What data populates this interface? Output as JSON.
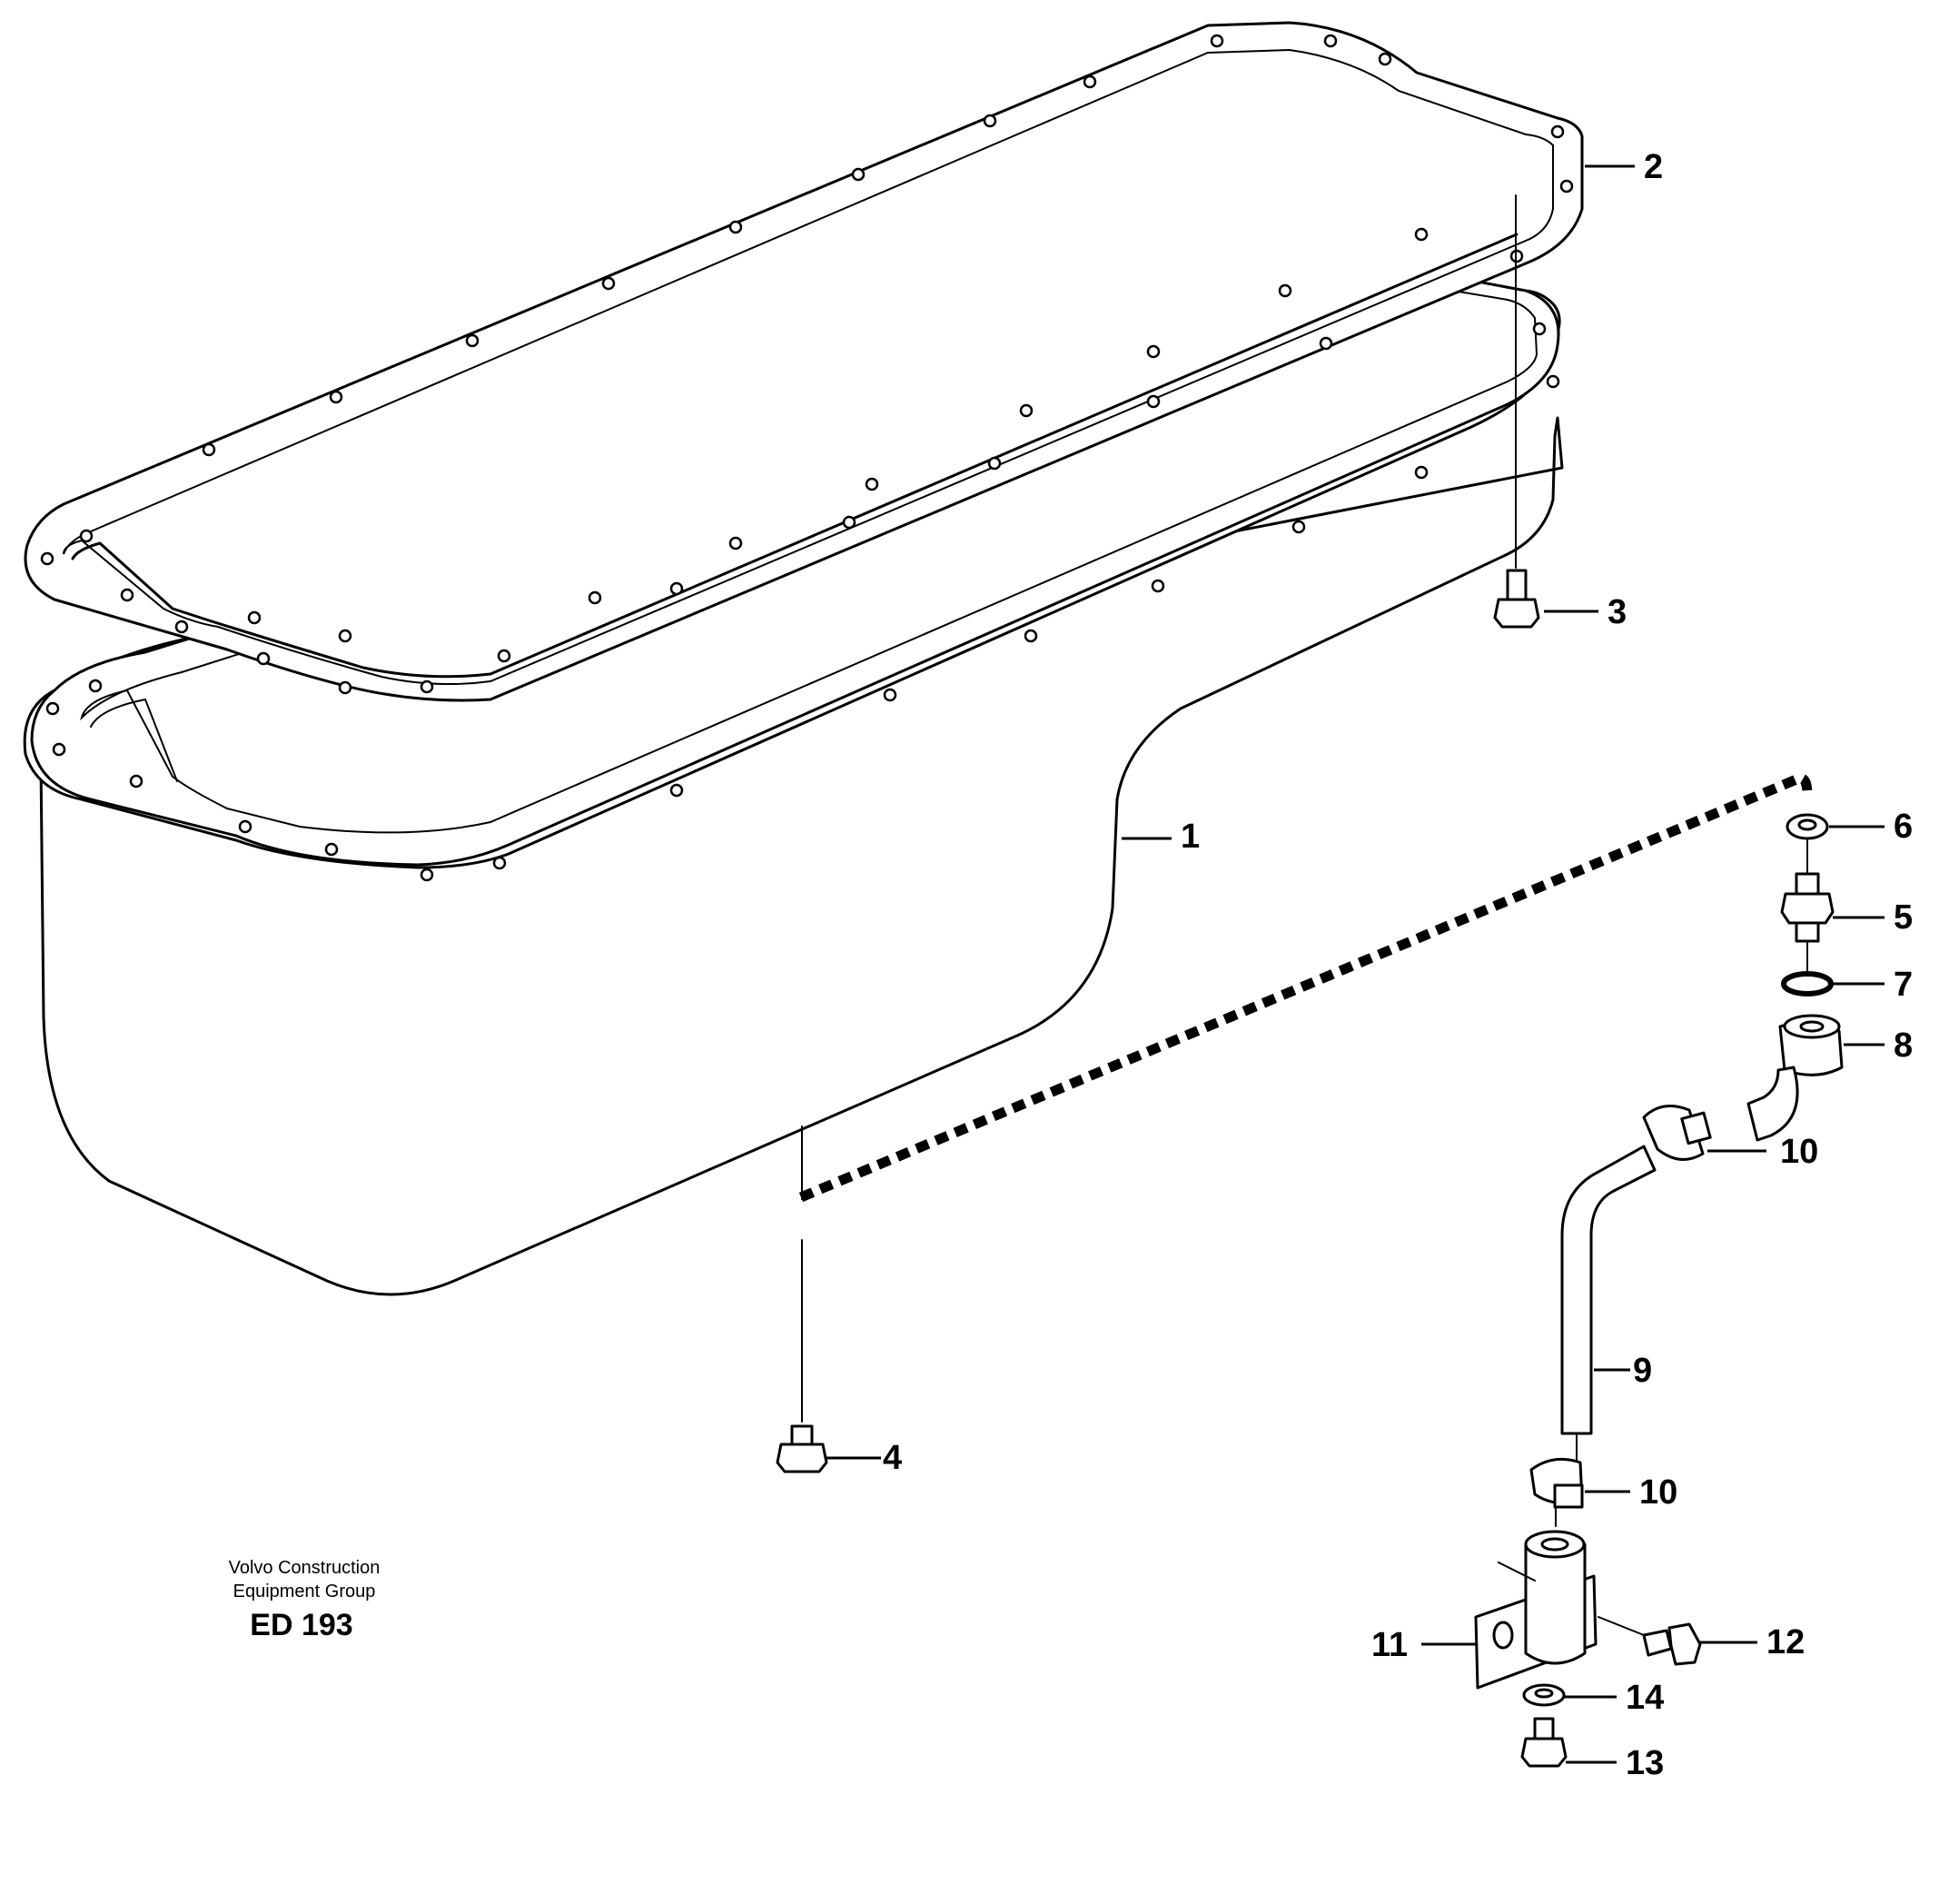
{
  "callouts": {
    "c1": "1",
    "c2": "2",
    "c3": "3",
    "c4": "4",
    "c5": "5",
    "c6": "6",
    "c7": "7",
    "c8": "8",
    "c9": "9",
    "c10a": "10",
    "c10b": "10",
    "c11": "11",
    "c12": "12",
    "c13": "13",
    "c14": "14"
  },
  "caption": {
    "line1": "Volvo Construction",
    "line2": "Equipment Group",
    "code": "ED 193"
  }
}
